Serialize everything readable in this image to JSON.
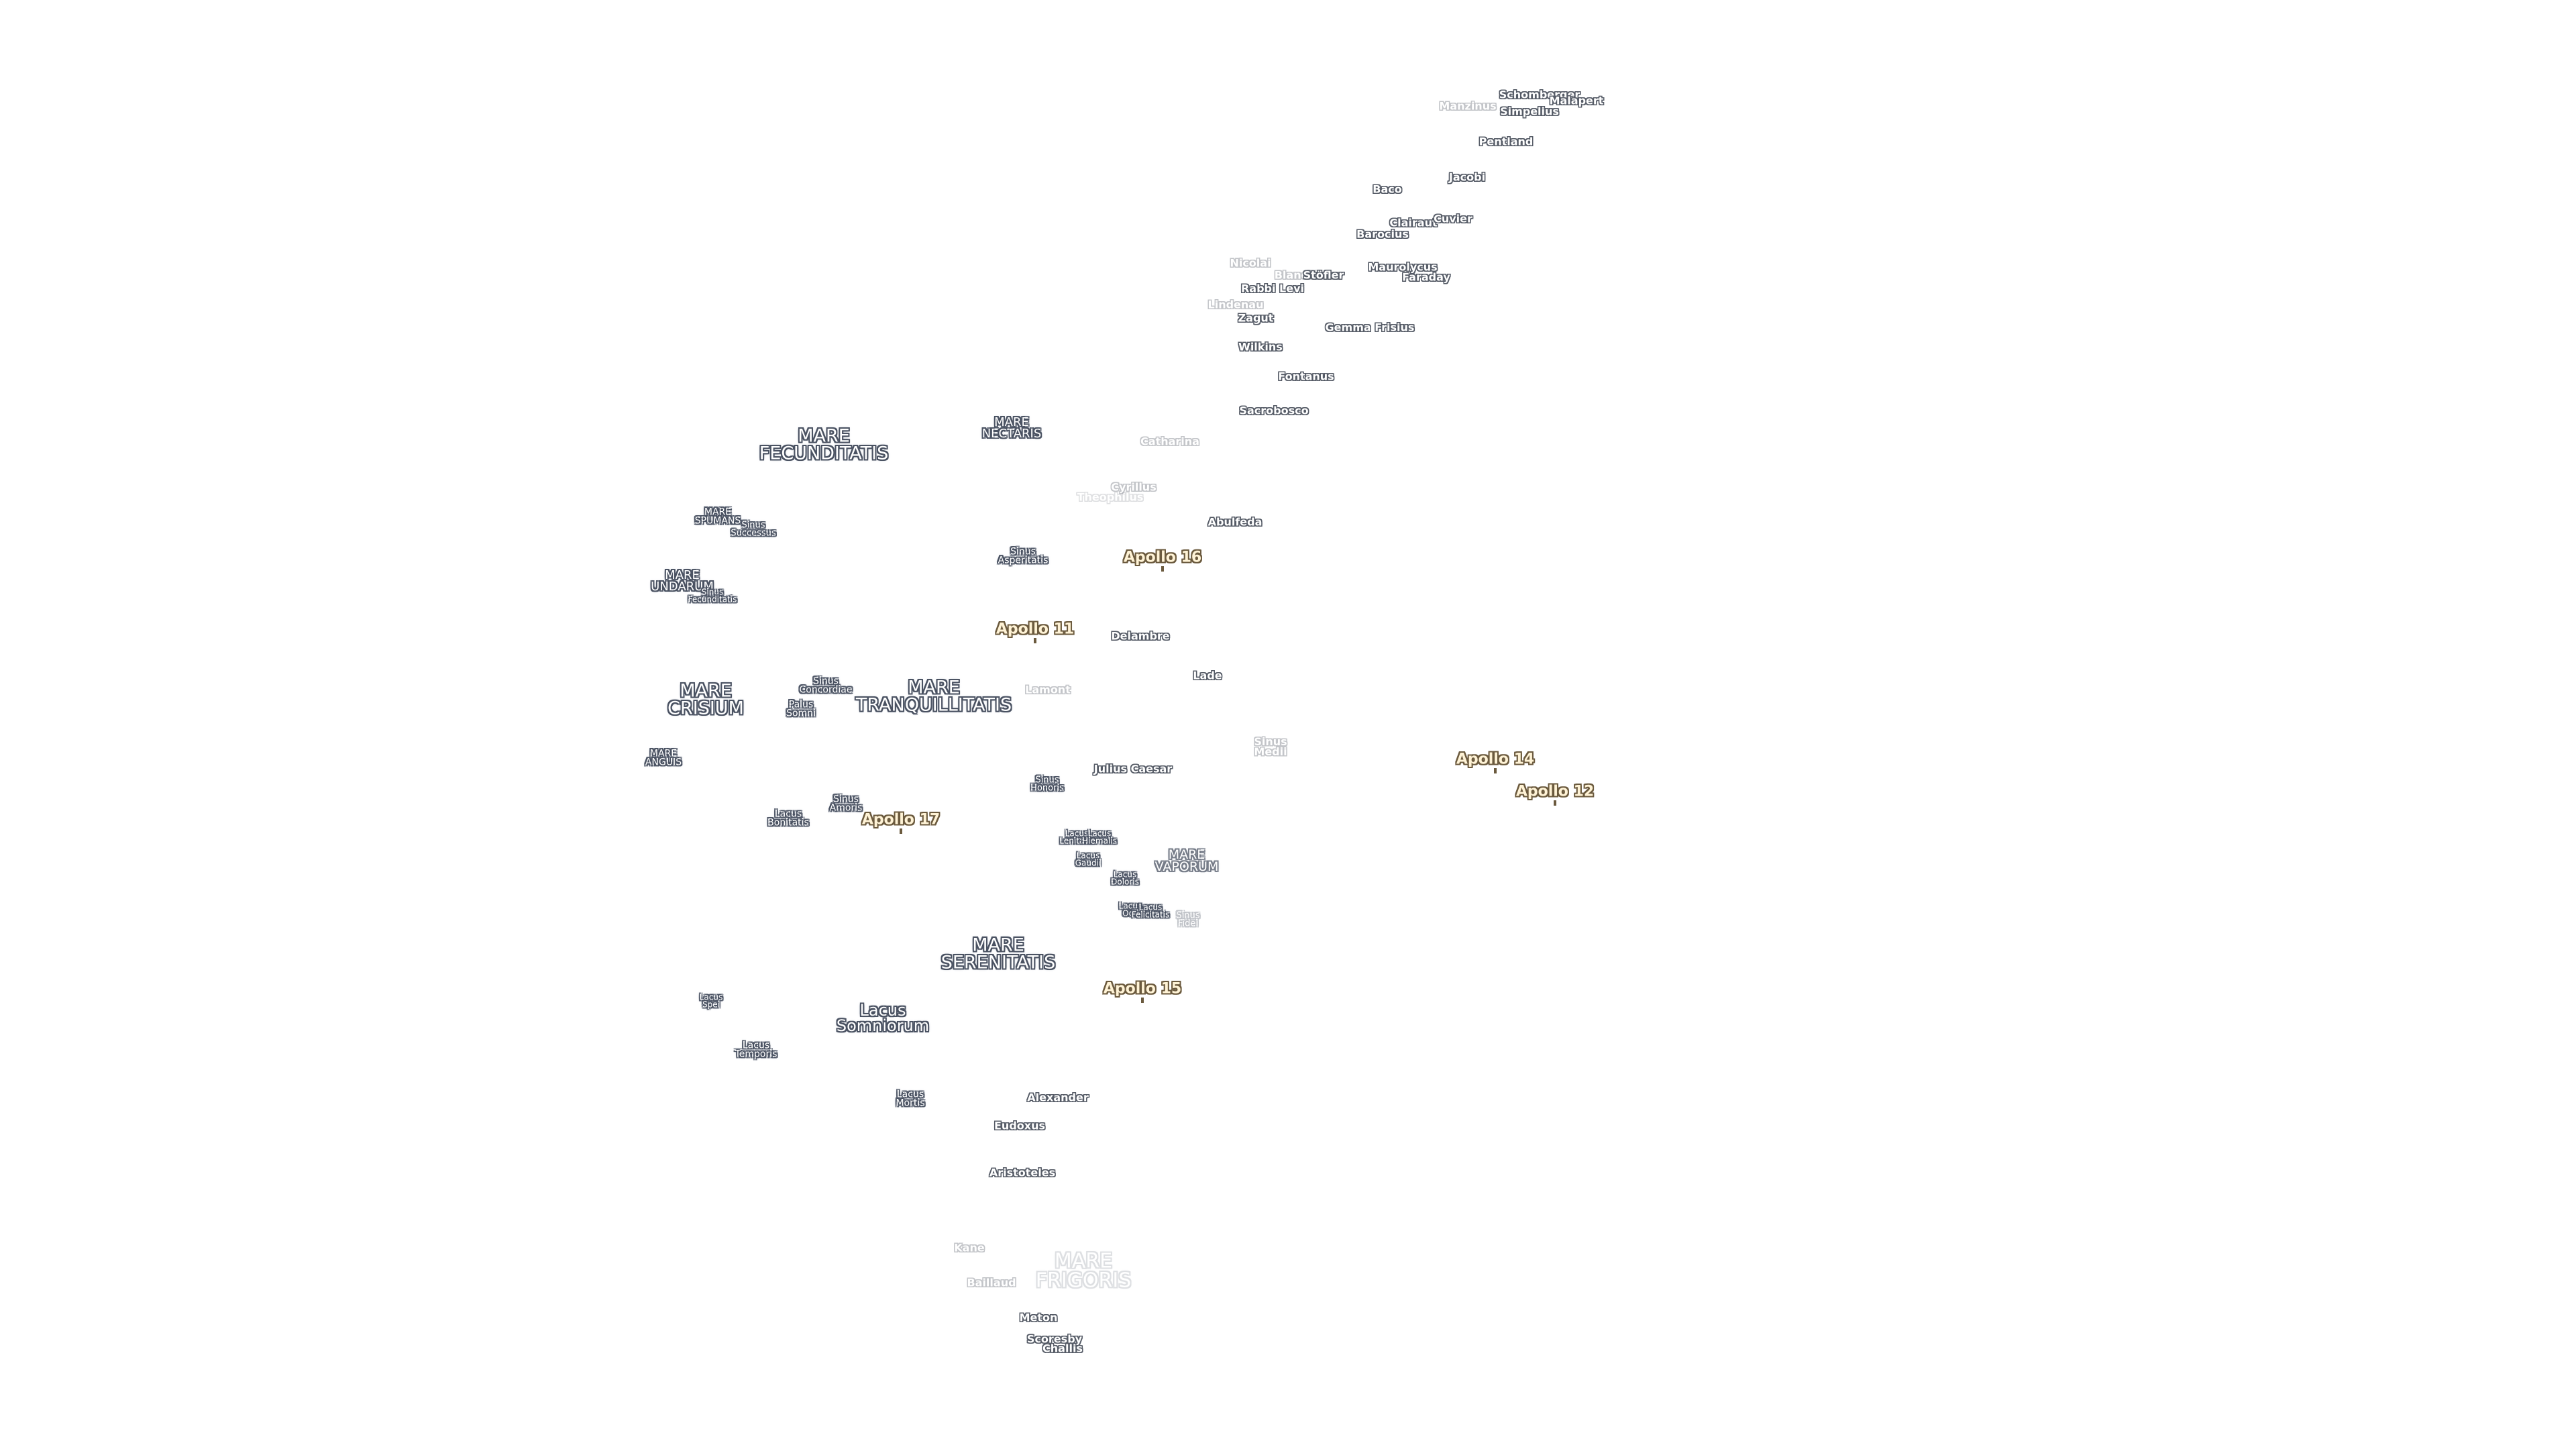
{
  "maria": [
    {
      "id": "mare-fecunditatis",
      "text": "MARE\nFECUNDITATIS"
    },
    {
      "id": "mare-nectaris",
      "text": "MARE\nNECTARIS"
    },
    {
      "id": "mare-spumans",
      "text": "MARE\nSPUMANS"
    },
    {
      "id": "mare-undarum",
      "text": "MARE\nUNDARUM"
    },
    {
      "id": "mare-crisium",
      "text": "MARE\nCRISIUM"
    },
    {
      "id": "mare-tranquillitatis",
      "text": "MARE\nTRANQUILLITATIS"
    },
    {
      "id": "mare-anguis",
      "text": "MARE\nANGUIS"
    },
    {
      "id": "mare-vaporum",
      "text": "MARE\nVAPORUM"
    },
    {
      "id": "mare-serenitatis",
      "text": "MARE\nSERENITATIS"
    },
    {
      "id": "lacus-somniorum",
      "text": "Lacus\nSomniorum"
    },
    {
      "id": "mare-frigoris",
      "text": "MARE\nFRIGORIS"
    }
  ],
  "features": [
    {
      "id": "sinus-successus",
      "text": "Sinus\nSuccessus"
    },
    {
      "id": "sinus-fecunditatis",
      "text": "Sinus\nFecunditatis"
    },
    {
      "id": "sinus-asperitatis",
      "text": "Sinus\nAsperitatis"
    },
    {
      "id": "sinus-concordiae",
      "text": "Sinus\nConcordiae"
    },
    {
      "id": "palus-somni",
      "text": "Palus\nSomni"
    },
    {
      "id": "sinus-honoris",
      "text": "Sinus\nHonoris"
    },
    {
      "id": "sinus-amoris",
      "text": "Sinus\nAmoris"
    },
    {
      "id": "lacus-bonitatis",
      "text": "Lacus\nBonitatis"
    },
    {
      "id": "lacus-lenitatis",
      "text": "Lacus\nLenitatis"
    },
    {
      "id": "lacus-hiemalis",
      "text": "Lacus\nHiemalis"
    },
    {
      "id": "lacus-gaudii",
      "text": "Lacus\nGaudii"
    },
    {
      "id": "lacus-doloris",
      "text": "Lacus\nDoloris"
    },
    {
      "id": "lacus-odii",
      "text": "Lacus\nOdii"
    },
    {
      "id": "lacus-felicitatis",
      "text": "Lacus\nFelicitatis"
    },
    {
      "id": "sinus-fidei",
      "text": "Sinus\nFidei"
    },
    {
      "id": "lacus-spei",
      "text": "Lacus\nSpei"
    },
    {
      "id": "lacus-temporis",
      "text": "Lacus\nTemporis"
    },
    {
      "id": "lacus-mortis",
      "text": "Lacus\nMortis"
    }
  ],
  "craters": [
    {
      "id": "schomberger",
      "text": "Schomberger"
    },
    {
      "id": "manzinus",
      "text": "Manzinus"
    },
    {
      "id": "simpelius",
      "text": "Simpelius"
    },
    {
      "id": "malapert",
      "text": "Malapert"
    },
    {
      "id": "pentland",
      "text": "Pentland"
    },
    {
      "id": "jacobi",
      "text": "Jacobi"
    },
    {
      "id": "baco",
      "text": "Baco"
    },
    {
      "id": "clairaut",
      "text": "Clairaut"
    },
    {
      "id": "cuvier",
      "text": "Cuvier"
    },
    {
      "id": "barocius",
      "text": "Barocius"
    },
    {
      "id": "nicolai",
      "text": "Nicolai"
    },
    {
      "id": "maurolycus",
      "text": "Maurolycus"
    },
    {
      "id": "blanchinus",
      "text": "Blanchinus"
    },
    {
      "id": "stoefler",
      "text": "Stöfler"
    },
    {
      "id": "faraday",
      "text": "Faraday"
    },
    {
      "id": "rabbi-levi",
      "text": "Rabbi Levi"
    },
    {
      "id": "lindenau",
      "text": "Lindenau"
    },
    {
      "id": "zagut",
      "text": "Zagut"
    },
    {
      "id": "gemma-frisius",
      "text": "Gemma Frisius"
    },
    {
      "id": "wilkins",
      "text": "Wilkins"
    },
    {
      "id": "fontanus",
      "text": "Fontanus"
    },
    {
      "id": "sacrobosco",
      "text": "Sacrobosco"
    },
    {
      "id": "catharina",
      "text": "Catharina"
    },
    {
      "id": "cyrillus",
      "text": "Cyrillus"
    },
    {
      "id": "theophilus",
      "text": "Theophilus"
    },
    {
      "id": "abulfeda",
      "text": "Abulfeda"
    },
    {
      "id": "delambre",
      "text": "Delambre"
    },
    {
      "id": "lade",
      "text": "Lade"
    },
    {
      "id": "lamont",
      "text": "Lamont"
    },
    {
      "id": "sinus-medii",
      "text": "Sinus\nMedii"
    },
    {
      "id": "julius-caesar",
      "text": "Julius Caesar"
    },
    {
      "id": "alexander",
      "text": "Alexander"
    },
    {
      "id": "eudoxus",
      "text": "Eudoxus"
    },
    {
      "id": "aristoteles",
      "text": "Aristoteles"
    },
    {
      "id": "mare-2",
      "text": "Kane"
    },
    {
      "id": "meton",
      "text": "Meton"
    },
    {
      "id": "baillaud",
      "text": "Baillaud"
    },
    {
      "id": "scoresby",
      "text": "Scoresby"
    },
    {
      "id": "challis",
      "text": "Challis"
    }
  ],
  "apollo_sites": [
    {
      "id": "apollo-16",
      "text": "Apollo 16"
    },
    {
      "id": "apollo-11",
      "text": "Apollo 11"
    },
    {
      "id": "apollo-17",
      "text": "Apollo 17"
    },
    {
      "id": "apollo-15",
      "text": "Apollo 15"
    },
    {
      "id": "apollo-14",
      "text": "Apollo 14"
    },
    {
      "id": "apollo-12",
      "text": "Apollo 12"
    }
  ],
  "colors": {
    "background": "#ffffff",
    "mare_text": "#ffffff",
    "mare_outline": "#4a5262",
    "apollo_text": "#fff3d6",
    "apollo_outline": "#6b5a3e"
  }
}
